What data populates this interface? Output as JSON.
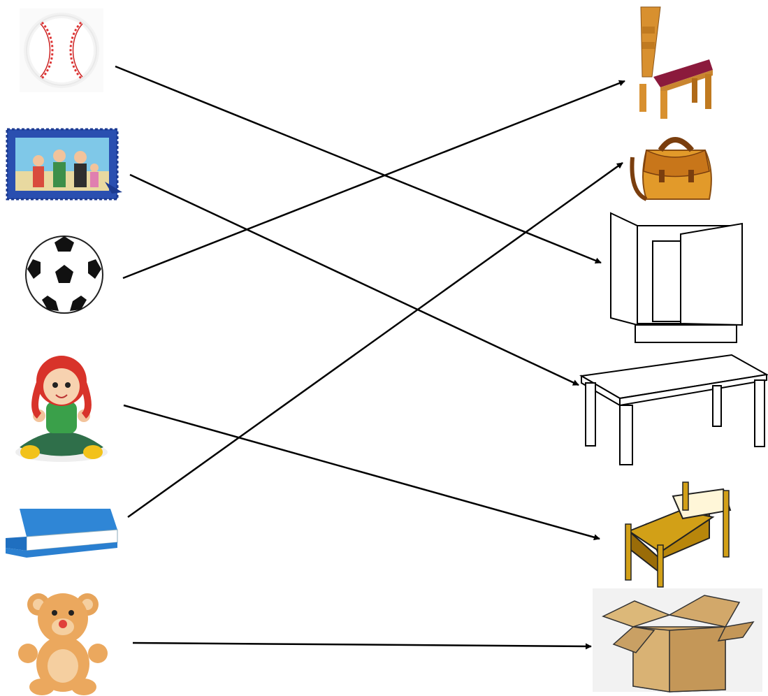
{
  "left_items": [
    {
      "id": "baseball",
      "icon": "baseball-icon"
    },
    {
      "id": "photo-frame",
      "icon": "family-photo-frame-icon"
    },
    {
      "id": "soccer-ball",
      "icon": "soccer-ball-icon"
    },
    {
      "id": "doll",
      "icon": "doll-icon"
    },
    {
      "id": "book",
      "icon": "book-icon"
    },
    {
      "id": "teddy-bear",
      "icon": "teddy-bear-icon"
    }
  ],
  "right_items": [
    {
      "id": "chair",
      "icon": "chair-icon"
    },
    {
      "id": "school-bag",
      "icon": "school-bag-icon"
    },
    {
      "id": "cupboard",
      "icon": "cupboard-icon"
    },
    {
      "id": "table",
      "icon": "table-icon"
    },
    {
      "id": "bed",
      "icon": "bed-icon"
    },
    {
      "id": "cardboard-box",
      "icon": "cardboard-box-icon"
    }
  ],
  "matches": [
    {
      "from": "baseball",
      "to": "cupboard"
    },
    {
      "from": "photo-frame",
      "to": "table"
    },
    {
      "from": "soccer-ball",
      "to": "chair"
    },
    {
      "from": "doll",
      "to": "bed"
    },
    {
      "from": "book",
      "to": "school-bag"
    },
    {
      "from": "teddy-bear",
      "to": "cardboard-box"
    }
  ],
  "colors": {
    "line": "#000000",
    "background": "#ffffff"
  }
}
